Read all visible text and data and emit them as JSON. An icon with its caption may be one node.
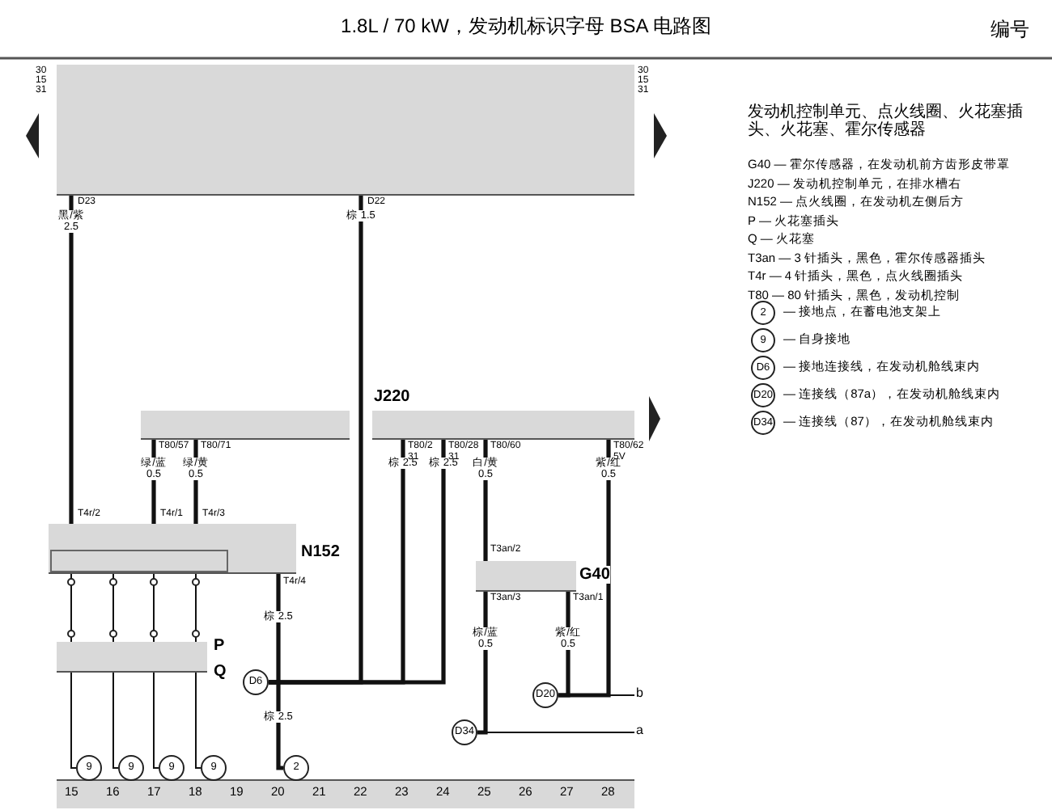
{
  "diagram": {
    "title": "1.8L / 70 kW，发动机标识字母 BSA 电路图",
    "nodes": [
      {
        "text": [],
        "shape": "box",
        "beside": [
          "30",
          "15",
          "31",
          "30",
          "15",
          "31"
        ]
      },
      {
        "text": [],
        "shape": "box"
      },
      {
        "text": [
          "J220"
        ]
      },
      {
        "text": [
          "N152"
        ]
      },
      {
        "text": [
          "P",
          "Q"
        ]
      },
      {
        "text": [
          "G40"
        ]
      },
      {
        "text": [
          "9"
        ]
      },
      {
        "text": [
          "9"
        ]
      },
      {
        "text": [
          "9"
        ]
      },
      {
        "text": [
          "9"
        ]
      },
      {
        "text": [
          "2"
        ]
      },
      {
        "text": [
          "D6"
        ]
      },
      {
        "text": [
          "D20"
        ]
      },
      {
        "text": [
          "D34"
        ]
      },
      {
        "text": [
          "b"
        ]
      },
      {
        "text": [
          "a"
        ]
      }
    ],
    "edges": [
      {
        "from": 0,
        "to": 3,
        "arrow": "none",
        "label": "黑/紫 2.5"
      },
      {
        "from": 0,
        "to": 11,
        "arrow": "none",
        "label": "棕 1.5"
      },
      {
        "from": 1,
        "to": 3,
        "arrow": "none",
        "label": "绿/蓝 0.5"
      },
      {
        "from": 1,
        "to": 3,
        "arrow": "none",
        "label": "绿/黄 0.5"
      },
      {
        "from": 3,
        "to": 4,
        "arrow": "none"
      },
      {
        "from": 3,
        "to": 4,
        "arrow": "none"
      },
      {
        "from": 3,
        "to": 4,
        "arrow": "none"
      },
      {
        "from": 3,
        "to": 4,
        "arrow": "none"
      },
      {
        "from": 4,
        "to": 6,
        "arrow": "none"
      },
      {
        "from": 4,
        "to": 7,
        "arrow": "none"
      },
      {
        "from": 4,
        "to": 8,
        "arrow": "none"
      },
      {
        "from": 4,
        "to": 9,
        "arrow": "none"
      },
      {
        "from": 3,
        "to": 11,
        "arrow": "none",
        "label": "棕 2.5"
      },
      {
        "from": 11,
        "to": 10,
        "arrow": "none",
        "label": "棕 2.5"
      },
      {
        "from": 2,
        "to": 11,
        "arrow": "none",
        "label": "棕 2.5"
      },
      {
        "from": 2,
        "to": 11,
        "arrow": "none",
        "label": "棕 2.5"
      },
      {
        "from": 2,
        "to": 5,
        "arrow": "none",
        "label": "白/黄 0.5"
      },
      {
        "from": 5,
        "to": 13,
        "arrow": "none",
        "label": "棕/蓝 0.5"
      },
      {
        "from": 5,
        "to": 12,
        "arrow": "none",
        "label": "紫/红 0.5"
      },
      {
        "from": 2,
        "to": 12,
        "arrow": "none",
        "label": "紫/红 0.5"
      },
      {
        "from": 12,
        "to": 14,
        "arrow": "none"
      },
      {
        "from": 13,
        "to": 15,
        "arrow": "none"
      }
    ],
    "labels": [
      "编号",
      "发动机控制单元、点火线圈、火花塞插头、火花塞、霍尔传感器",
      "D23",
      "D22",
      "T80/57",
      "T80/71",
      "T80/2",
      "31",
      "T80/28",
      "31",
      "T80/60",
      "T80/62",
      "5V",
      "T4r/2",
      "T4r/1",
      "T4r/3",
      "T4r/4",
      "T3an/2",
      "T3an/3",
      "T3an/1",
      "15",
      "16",
      "17",
      "18",
      "19",
      "20",
      "21",
      "22",
      "23",
      "24",
      "25",
      "26",
      "27",
      "28",
      "G40 — 霍尔传感器，在发动机前方齿形皮带罩",
      "J220 — 发动机控制单元，在排水槽右",
      "N152 — 点火线圈，在发动机左侧后方",
      "P — 火花塞插头",
      "Q — 火花塞",
      "T3an — 3 针插头，黑色，霍尔传感器插头",
      "T4r — 4 针插头，黑色，点火线圈插头",
      "T80 — 80 针插头，黑色，发动机控制",
      "2",
      "— 接地点，在蓄电池支架上",
      "9",
      "— 自身接地",
      "D6",
      "— 接地连接线，在发动机舱线束内",
      "D20",
      "— 连接线（87a），在发动机舱线束内",
      "D34",
      "— 连接线（87），在发动机舱线束内"
    ]
  }
}
